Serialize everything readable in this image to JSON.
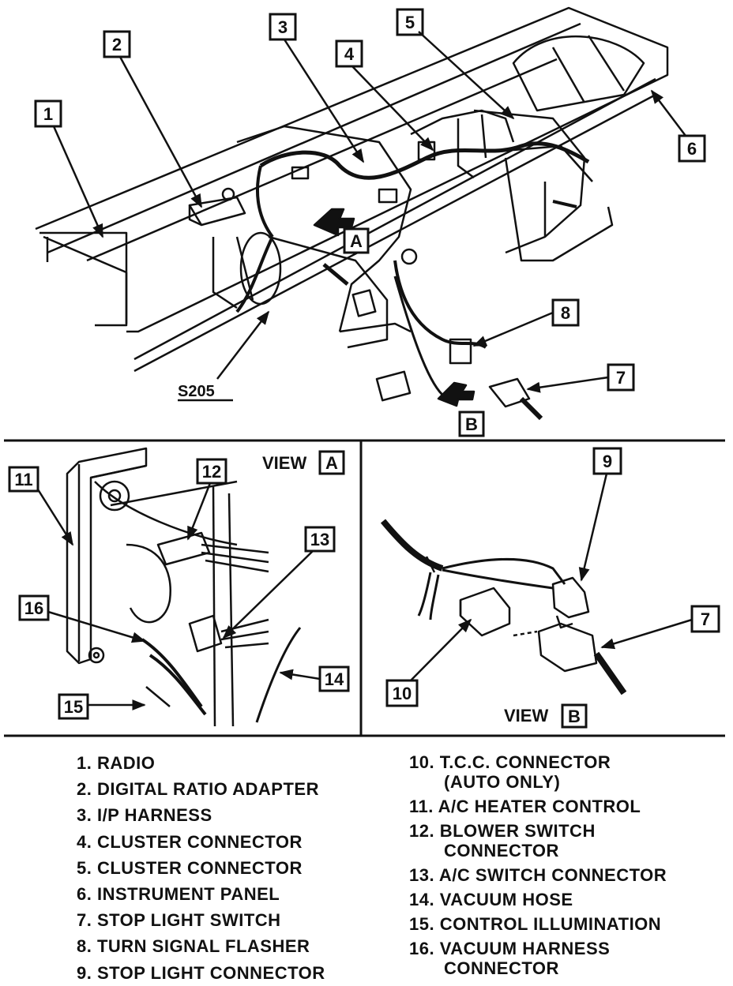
{
  "callouts": {
    "c1": "1",
    "c2": "2",
    "c3": "3",
    "c4": "4",
    "c5": "5",
    "c6": "6",
    "c7": "7",
    "c8": "8",
    "cA": "A",
    "cB": "B",
    "s205": "S205",
    "c9": "9",
    "c10": "10",
    "c11": "11",
    "c12": "12",
    "c13": "13",
    "c14": "14",
    "c15": "15",
    "c16": "16",
    "c7b": "7"
  },
  "views": {
    "a_label": "VIEW",
    "a_letter": "A",
    "b_label": "VIEW",
    "b_letter": "B"
  },
  "legend_left": [
    "1. RADIO",
    "2. DIGITAL RATIO ADAPTER",
    "3. I/P HARNESS",
    "4. CLUSTER CONNECTOR",
    "5. CLUSTER CONNECTOR",
    "6. INSTRUMENT PANEL",
    "7. STOP LIGHT SWITCH",
    "8. TURN SIGNAL FLASHER",
    "9. STOP LIGHT CONNECTOR"
  ],
  "legend_right": [
    "10. T.C.C. CONNECTOR",
    "(AUTO ONLY)",
    "11. A/C HEATER CONTROL",
    "12. BLOWER SWITCH",
    "CONNECTOR",
    "13. A/C SWITCH CONNECTOR",
    "14. VACUUM HOSE",
    "15. CONTROL ILLUMINATION",
    "16. VACUUM HARNESS",
    "CONNECTOR"
  ]
}
